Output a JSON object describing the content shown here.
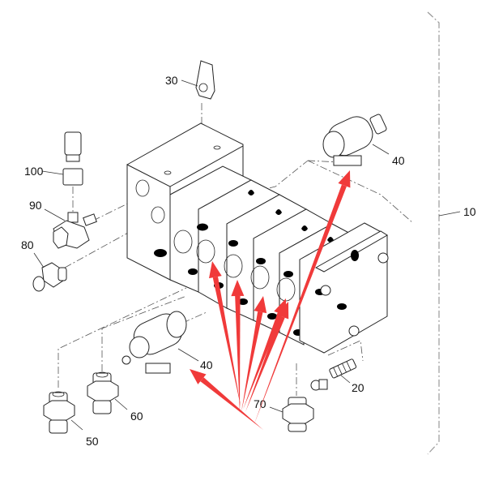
{
  "diagram": {
    "type": "exploded-parts-diagram",
    "subject": "hydraulic valve block assembly",
    "accent_color": "#f03a3a",
    "callouts": [
      {
        "id": "assembly",
        "label": "10"
      },
      {
        "id": "plug-spring",
        "label": "20"
      },
      {
        "id": "bracket",
        "label": "30"
      },
      {
        "id": "solenoid-top",
        "label": "40"
      },
      {
        "id": "solenoid-bottom",
        "label": "40"
      },
      {
        "id": "fitting-50",
        "label": "50"
      },
      {
        "id": "fitting-60",
        "label": "60"
      },
      {
        "id": "fitting-70",
        "label": "70"
      },
      {
        "id": "fitting-80",
        "label": "80"
      },
      {
        "id": "tee-fitting",
        "label": "90"
      },
      {
        "id": "connector",
        "label": "100"
      }
    ],
    "annotations": {
      "arrow_count": 7,
      "arrow_color": "#f03a3a",
      "description": "Red arrows originating near bottom center pointing to valve ports and solenoids"
    }
  }
}
